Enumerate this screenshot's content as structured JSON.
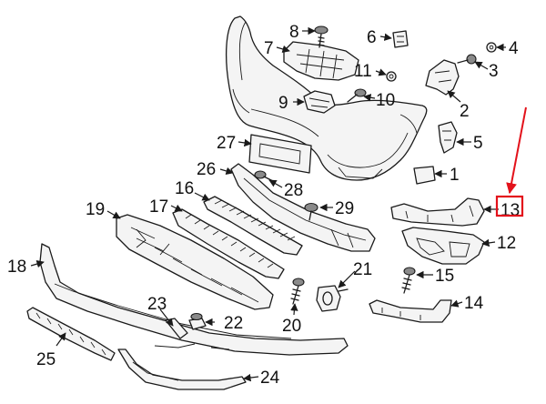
{
  "diagram": {
    "highlight_color": "#e3121b",
    "highlighted_part": "13",
    "callouts": [
      {
        "id": "part-1",
        "label": "1"
      },
      {
        "id": "part-2",
        "label": "2"
      },
      {
        "id": "part-3",
        "label": "3"
      },
      {
        "id": "part-4",
        "label": "4"
      },
      {
        "id": "part-5",
        "label": "5"
      },
      {
        "id": "part-6",
        "label": "6"
      },
      {
        "id": "part-7",
        "label": "7"
      },
      {
        "id": "part-8",
        "label": "8"
      },
      {
        "id": "part-9",
        "label": "9"
      },
      {
        "id": "part-10",
        "label": "10"
      },
      {
        "id": "part-11",
        "label": "11"
      },
      {
        "id": "part-12",
        "label": "12"
      },
      {
        "id": "part-13",
        "label": "13"
      },
      {
        "id": "part-14",
        "label": "14"
      },
      {
        "id": "part-15",
        "label": "15"
      },
      {
        "id": "part-16",
        "label": "16"
      },
      {
        "id": "part-17",
        "label": "17"
      },
      {
        "id": "part-18",
        "label": "18"
      },
      {
        "id": "part-19",
        "label": "19"
      },
      {
        "id": "part-20",
        "label": "20"
      },
      {
        "id": "part-21",
        "label": "21"
      },
      {
        "id": "part-22",
        "label": "22"
      },
      {
        "id": "part-23",
        "label": "23"
      },
      {
        "id": "part-24",
        "label": "24"
      },
      {
        "id": "part-25",
        "label": "25"
      },
      {
        "id": "part-26",
        "label": "26"
      },
      {
        "id": "part-27",
        "label": "27"
      },
      {
        "id": "part-28",
        "label": "28"
      },
      {
        "id": "part-29",
        "label": "29"
      }
    ]
  }
}
